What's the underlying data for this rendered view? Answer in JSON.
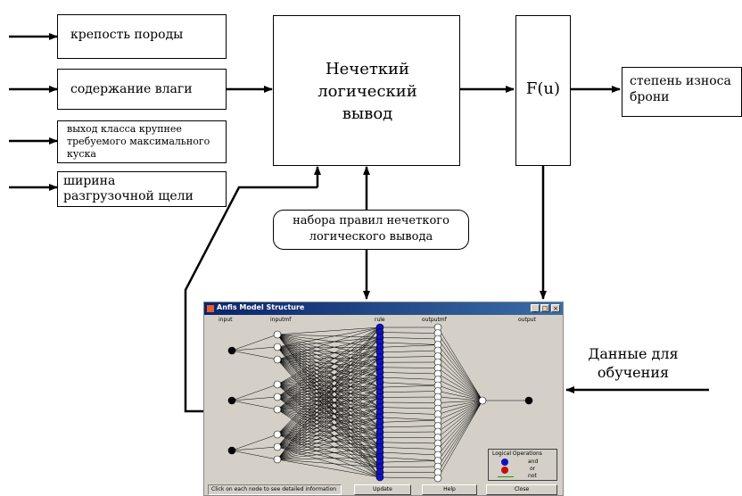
{
  "inputs": [
    "крепость породы",
    "содержание влаги",
    "выход класса крупнее требуемого максимального куска",
    "ширина разгрузочной щели"
  ],
  "fuzzy_block": "Нечеткий логический вывод",
  "function_block": "F(u)",
  "output_label": "степень износа брони",
  "rules_label": "набора правил нечеткого логического вывода",
  "training_label": "Данные для обучения",
  "anfis": {
    "title": "Anfis Model Structure",
    "win_buttons": [
      "_",
      "□",
      "×"
    ],
    "columns": [
      "input",
      "inputmf",
      "rule",
      "outputmf",
      "output"
    ],
    "legend_title": "Logical Operations",
    "legend_items": [
      "and",
      "or",
      "not"
    ],
    "status": "Click on each node to see detailed information",
    "buttons": [
      "Update",
      "Help",
      "Close"
    ]
  }
}
